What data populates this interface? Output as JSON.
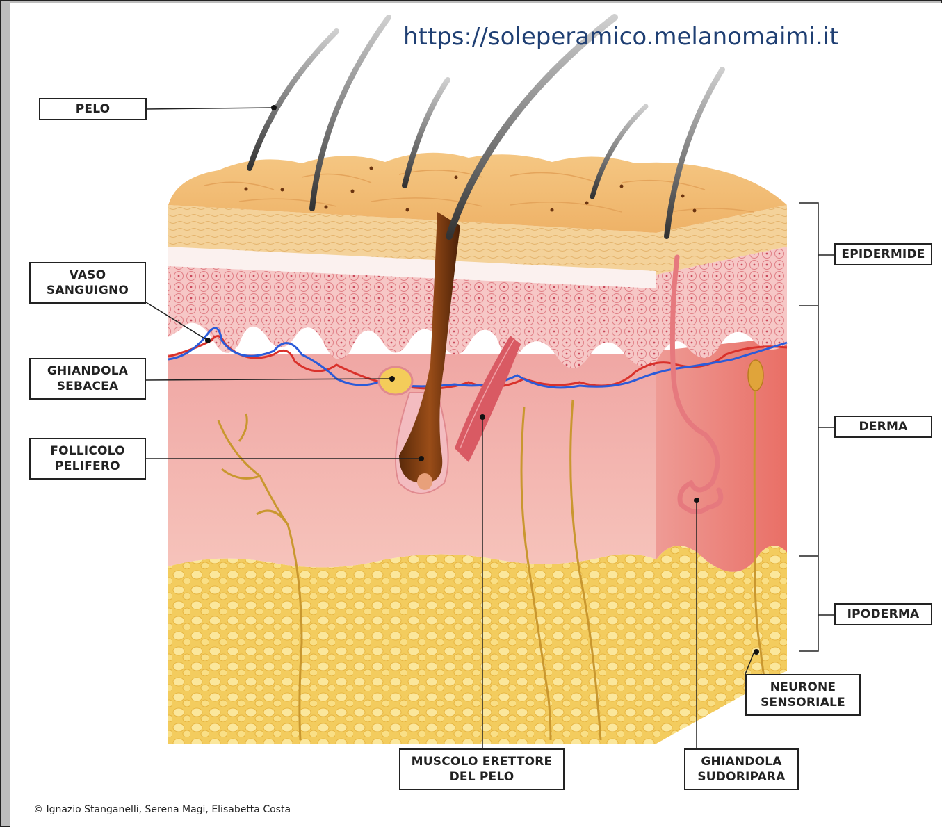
{
  "url": "https://soleperamico.melanomaimi.it",
  "credit": "© Ignazio Stanganelli, Serena Magi, Elisabetta Costa",
  "labels": {
    "pelo": [
      "PELO"
    ],
    "vaso_sanguigno": [
      "VASO",
      "SANGUIGNO"
    ],
    "ghiandola_sebacea": [
      "GHIANDOLA",
      "SEBACEA"
    ],
    "follicolo_pelifero": [
      "FOLLICOLO",
      "PELIFERO"
    ],
    "epidermide": [
      "EPIDERMIDE"
    ],
    "derma": [
      "DERMA"
    ],
    "ipoderma": [
      "IPODERMA"
    ],
    "neurone_sensoriale": [
      "NEURONE",
      "SENSORIALE"
    ],
    "muscolo_erettore": [
      "MUSCOLO ERETTORE",
      "DEL PELO"
    ],
    "ghiandola_sudoripara": [
      "GHIANDOLA",
      "SUDORIPARA"
    ]
  },
  "colors": {
    "epidermis_surface": "#f2c27a",
    "epidermis_cells": "#f4b3b8",
    "dermis": "#f3b3ad",
    "hypodermis_fat": "#f6d46a",
    "artery": "#d9312b",
    "vein": "#2b5bd9",
    "hair": "#4a4a4a",
    "follicle": "#7a3b12",
    "nerve": "#c9972f"
  }
}
